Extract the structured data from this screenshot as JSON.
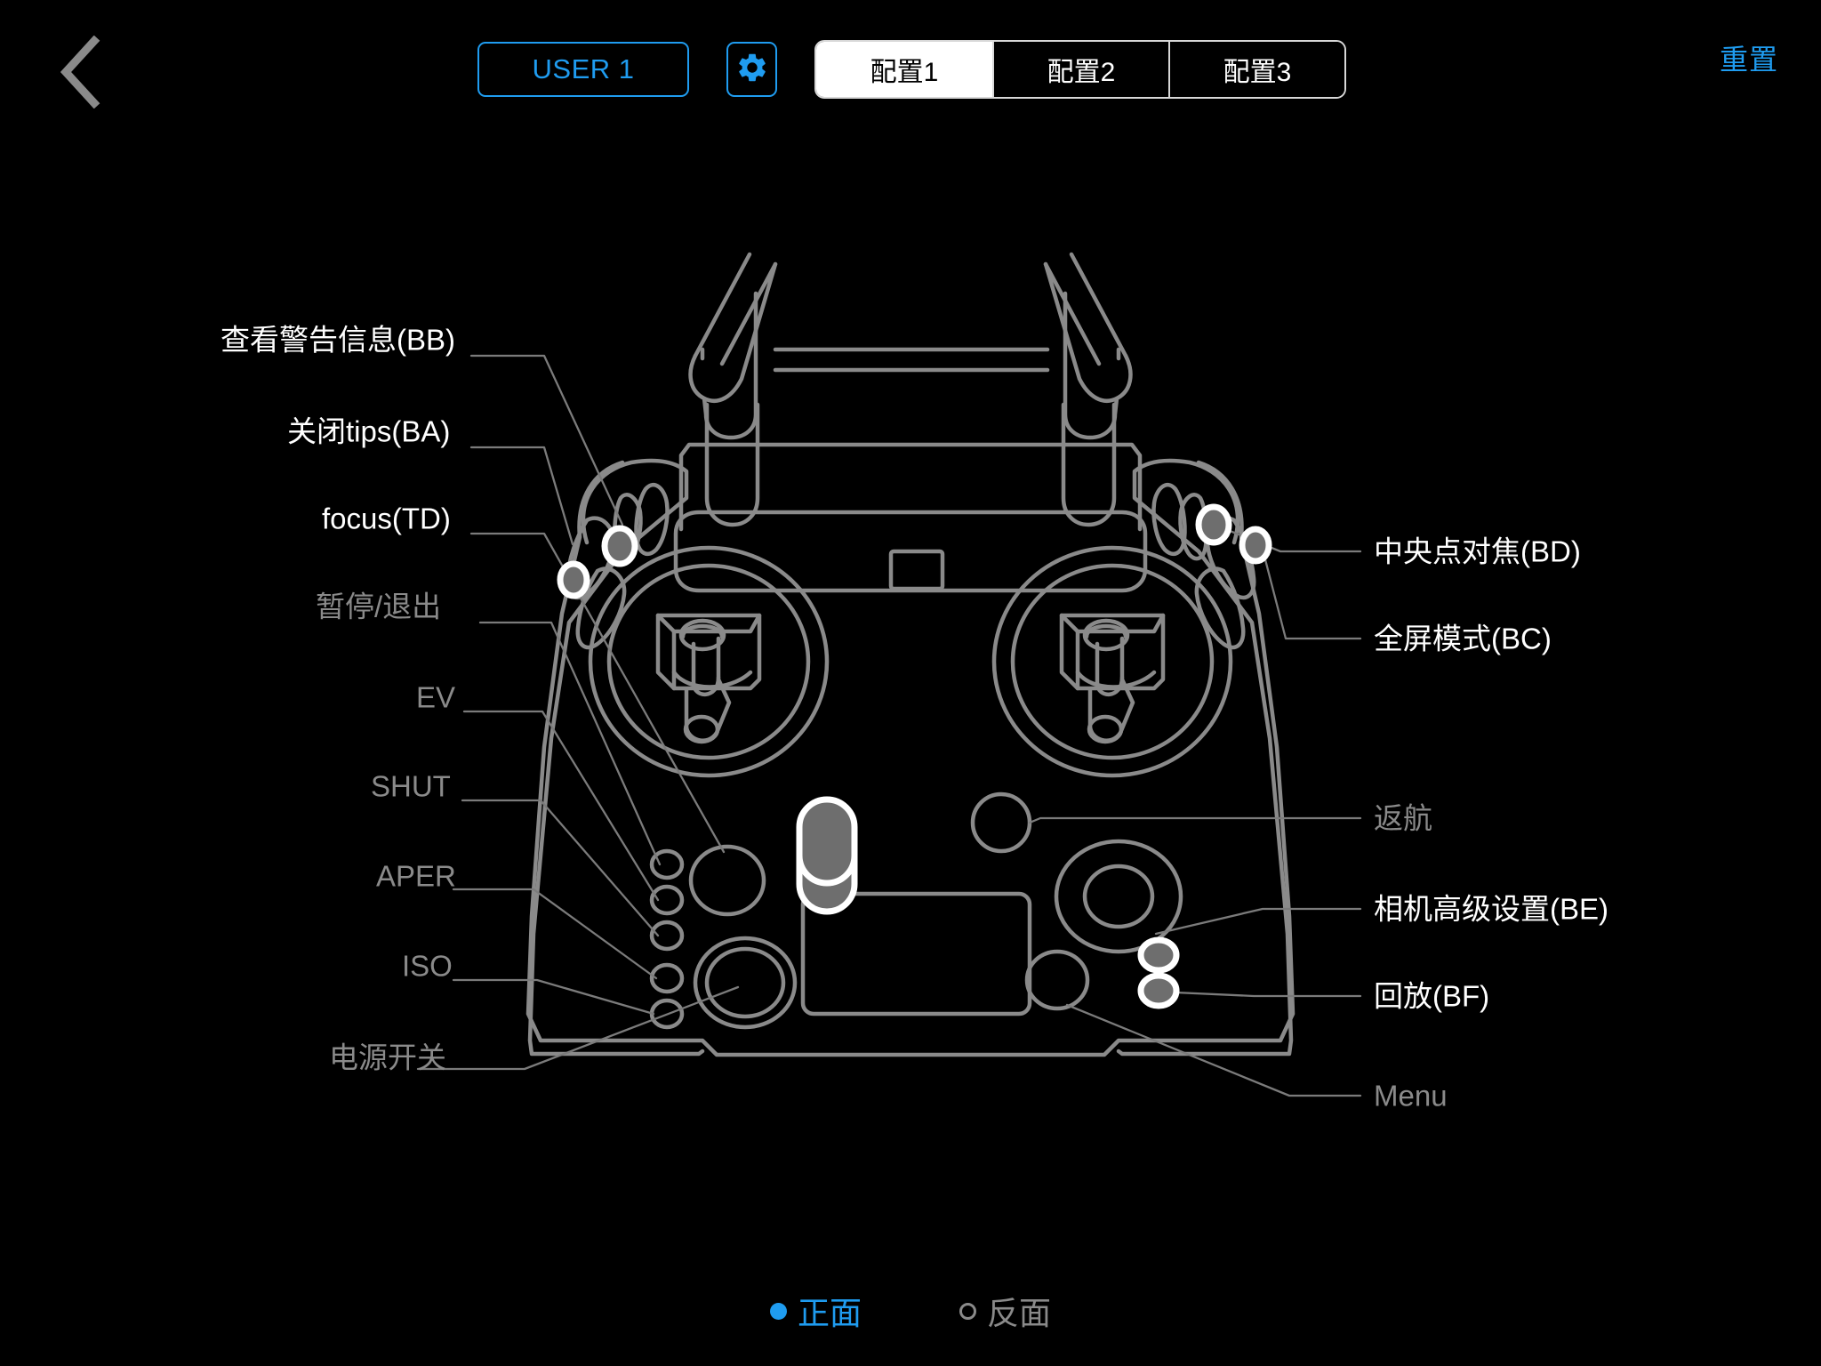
{
  "header": {
    "back_icon": "chevron-left-icon",
    "user_button_label": "USER 1",
    "gear_icon": "gear-icon",
    "tabs": [
      {
        "label": "配置1",
        "active": true
      },
      {
        "label": "配置2",
        "active": false
      },
      {
        "label": "配置3",
        "active": false
      }
    ],
    "reset_label": "重置"
  },
  "colors": {
    "accent": "#1f9cf0",
    "background": "#000000",
    "outline": "#8a8a8a",
    "label_active": "#ffffff",
    "label_dim": "#8a8a8a",
    "button_fill": "#6e6e6e",
    "button_ring": "#ffffff"
  },
  "diagram": {
    "device": "remote-controller-front-view",
    "left_callouts": [
      {
        "id": "BB",
        "label": "查看警告信息(BB)",
        "assigned": true
      },
      {
        "id": "BA",
        "label": "关闭tips(BA)",
        "assigned": true
      },
      {
        "id": "TD",
        "label": "focus(TD)",
        "assigned": true
      },
      {
        "id": "pause-exit",
        "label": "暂停/退出",
        "assigned": false
      },
      {
        "id": "EV",
        "label": "EV",
        "assigned": false
      },
      {
        "id": "SHUT",
        "label": "SHUT",
        "assigned": false
      },
      {
        "id": "APER",
        "label": "APER",
        "assigned": false
      },
      {
        "id": "ISO",
        "label": "ISO",
        "assigned": false
      },
      {
        "id": "power",
        "label": "电源开关",
        "assigned": false
      }
    ],
    "right_callouts": [
      {
        "id": "BD",
        "label": "中央点对焦(BD)",
        "assigned": true
      },
      {
        "id": "BC",
        "label": "全屏模式(BC)",
        "assigned": true
      },
      {
        "id": "rth",
        "label": "返航",
        "assigned": false
      },
      {
        "id": "BE",
        "label": "相机高级设置(BE)",
        "assigned": true
      },
      {
        "id": "BF",
        "label": "回放(BF)",
        "assigned": true
      },
      {
        "id": "menu",
        "label": "Menu",
        "assigned": false
      }
    ]
  },
  "footer": {
    "options": [
      {
        "label": "正面",
        "selected": true
      },
      {
        "label": "反面",
        "selected": false
      }
    ]
  }
}
